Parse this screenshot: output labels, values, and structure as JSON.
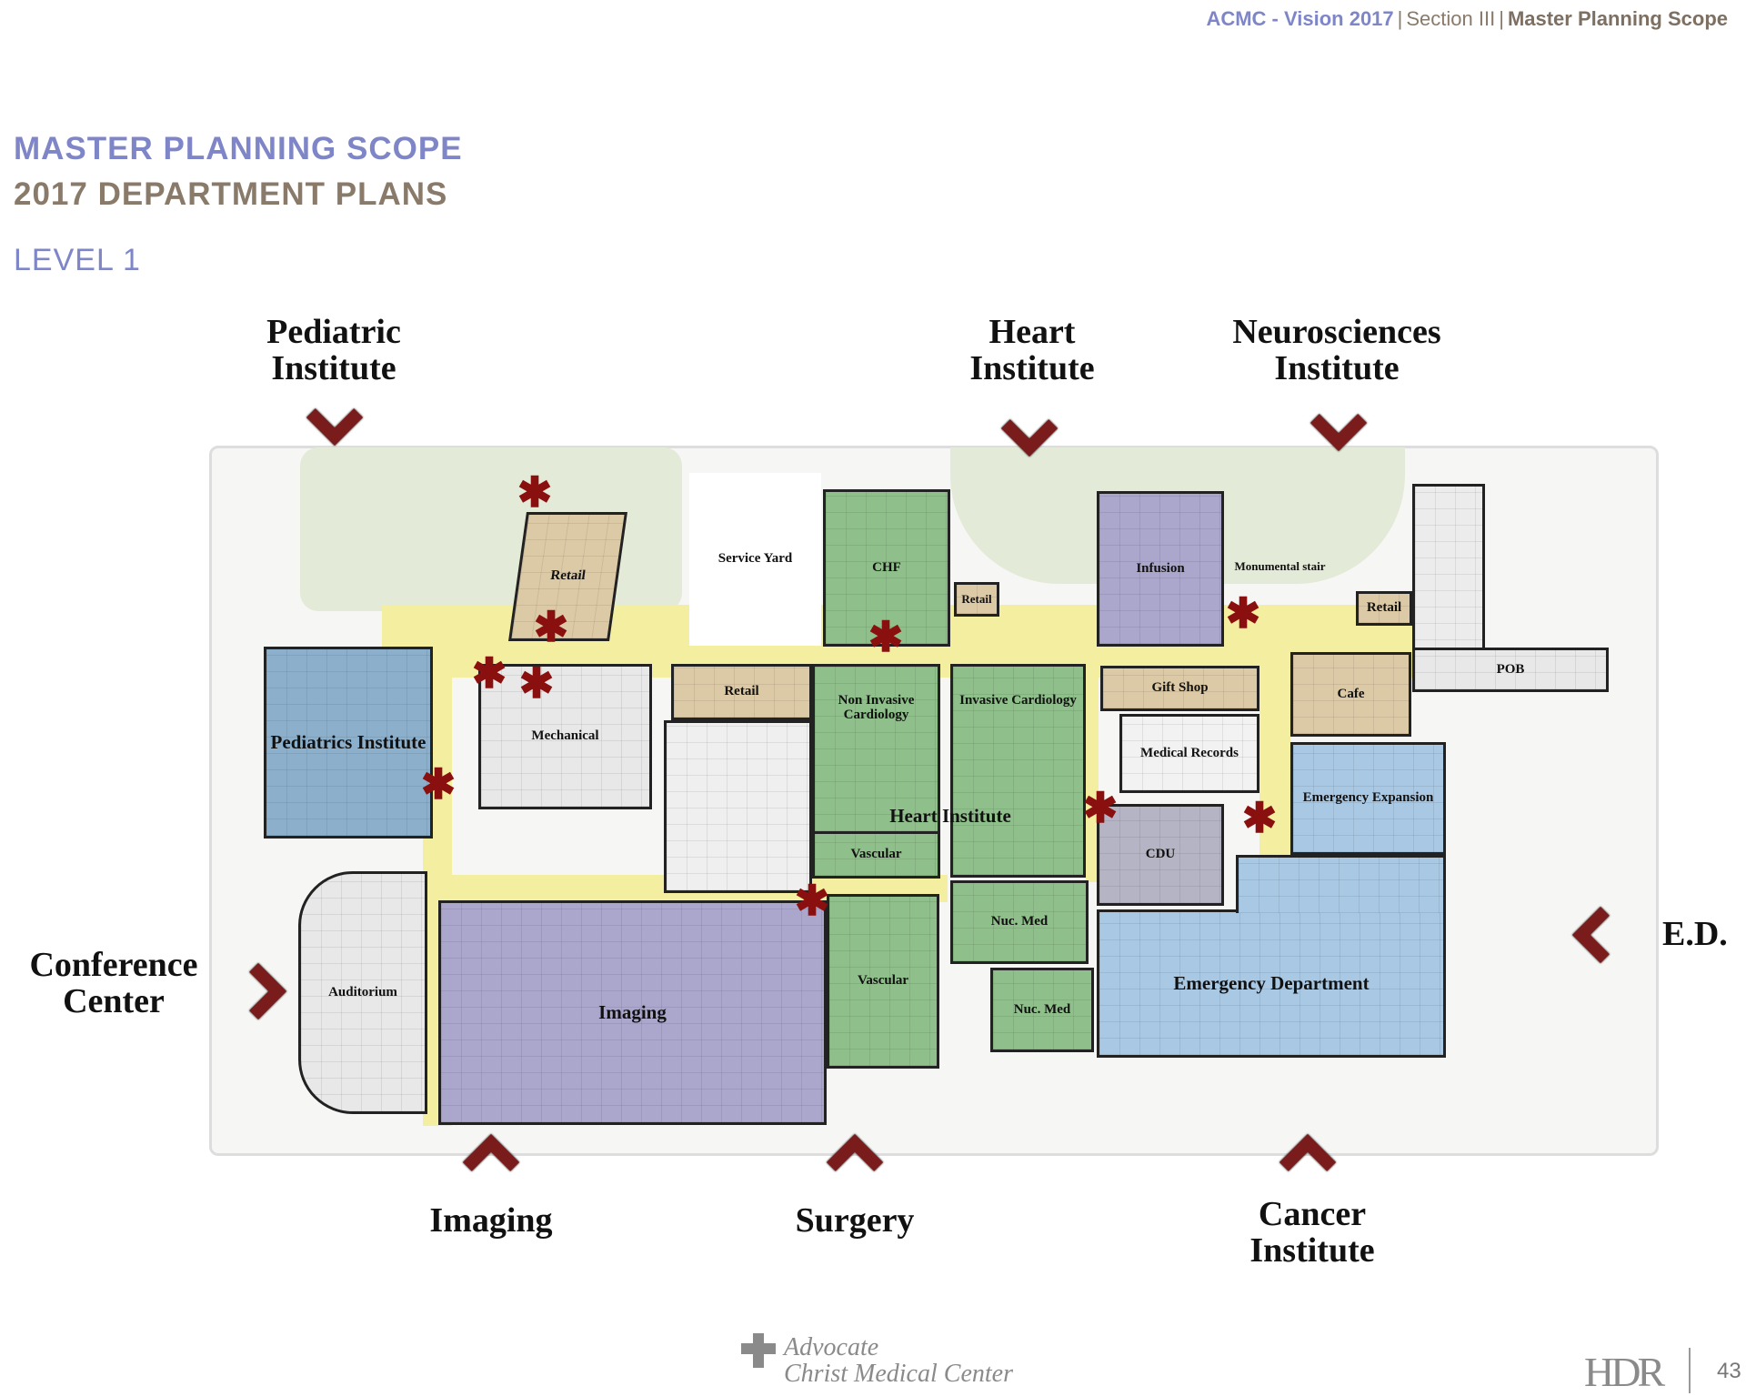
{
  "header": {
    "project": "ACMC - Vision 2017",
    "section": "Section III",
    "topic": "Master Planning Scope"
  },
  "titles": {
    "line1": "MASTER PLANNING SCOPE",
    "line2": "2017 DEPARTMENT PLANS",
    "level": "LEVEL 1"
  },
  "callouts": {
    "pediatric": "Pediatric Institute",
    "heart": "Heart Institute",
    "neuro": "Neurosciences Institute",
    "conference": "Conference Center",
    "ed": "E.D.",
    "imaging": "Imaging",
    "surgery": "Surgery",
    "cancer": "Cancer Institute"
  },
  "departments": {
    "pediatrics": "Pediatrics Institute",
    "auditorium": "Auditorium",
    "imaging": "Imaging",
    "mechanical": "Mechanical",
    "retail_top": "Retail",
    "service_yard": "Service Yard",
    "chf": "CHF",
    "retail_small": "Retail",
    "infusion": "Infusion",
    "monumental_stair": "Monumental stair",
    "retail_right": "Retail",
    "pob": "POB",
    "retail_mid": "Retail",
    "non_invasive": "Non Invasive Cardiology",
    "invasive": "Invasive Cardiology",
    "heart_institute": "Heart Institute",
    "vascular_upper": "Vascular",
    "vascular_lower": "Vascular",
    "gift_shop": "Gift Shop",
    "medical_records": "Medical Records",
    "cafe": "Cafe",
    "emergency_expansion": "Emergency Expansion",
    "cdu": "CDU",
    "emergency_department": "Emergency Department",
    "nuc_med_1": "Nuc. Med",
    "nuc_med_2": "Nuc. Med"
  },
  "footer": {
    "logo_line1": "Advocate",
    "logo_line2": "Christ Medical Center",
    "firm": "HDR",
    "page": "43"
  },
  "colors": {
    "accent": "#7f86c8",
    "brown": "#8a7a6a",
    "arrow": "#7a1c1c"
  }
}
